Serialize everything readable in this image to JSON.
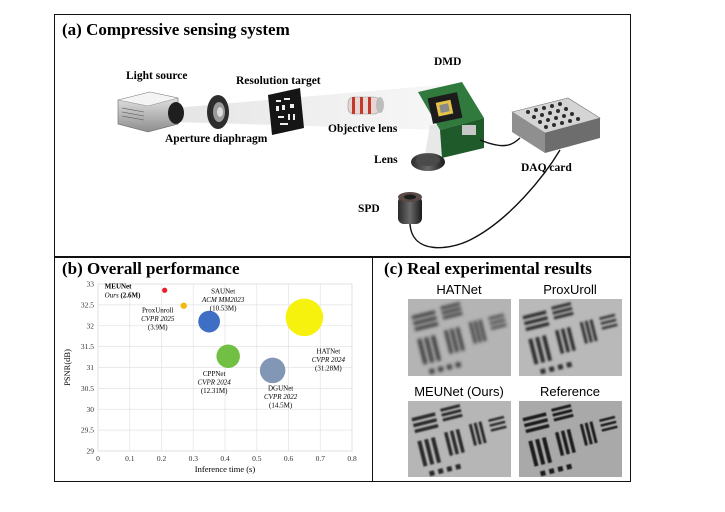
{
  "panel_a": {
    "title": "(a) Compressive sensing system",
    "labels": {
      "light_source": "Light source",
      "resolution_target": "Resolution target",
      "aperture": "Aperture diaphragm",
      "objective": "Objective lens",
      "dmd": "DMD",
      "lens": "Lens",
      "daq": "DAQ card",
      "spd": "SPD"
    }
  },
  "panel_b": {
    "title": "(b) Overall performance"
  },
  "panel_c": {
    "title": "(c) Real experimental results",
    "images": [
      "HATNet",
      "ProxUroll",
      "MEUNet (Ours)",
      "Reference"
    ]
  },
  "colors": {
    "ours": "#e8202a",
    "proxunroll": "#f2b90f",
    "saunet": "#3e6fc4",
    "cppnet": "#72c043",
    "dgunet": "#8296b6",
    "hatnet": "#f6f10d"
  },
  "chart_data": {
    "type": "scatter",
    "xlabel": "Inference time (s)",
    "ylabel": "PSNR(dB)",
    "xlim": [
      0,
      0.8
    ],
    "ylim": [
      29,
      33
    ],
    "xticks": [
      "0",
      "0.1",
      "0.2",
      "0.3",
      "0.4",
      "0.5",
      "0.6",
      "0.7",
      "0.8"
    ],
    "yticks": [
      "29",
      "29.5",
      "30",
      "30.5",
      "31",
      "31.5",
      "32",
      "32.5",
      "33"
    ],
    "grid": true,
    "points": [
      {
        "name": "MEUNet",
        "venue": "Ours",
        "params_text": "(2.6M)",
        "x": 0.21,
        "y": 32.85,
        "params": 2.6,
        "color": "#e8202a"
      },
      {
        "name": "ProxUnroll",
        "venue": "CVPR 2025",
        "params_text": "(3.9M)",
        "x": 0.27,
        "y": 32.48,
        "params": 3.9,
        "color": "#f2b90f"
      },
      {
        "name": "SAUNet",
        "venue": "ACM MM2023",
        "params_text": "(10.53M)",
        "x": 0.35,
        "y": 32.1,
        "params": 10.53,
        "color": "#3e6fc4"
      },
      {
        "name": "CPPNet",
        "venue": "CVPR 2024",
        "params_text": "(12.31M)",
        "x": 0.41,
        "y": 31.27,
        "params": 12.31,
        "color": "#72c043"
      },
      {
        "name": "DGUNet",
        "venue": "CVPR 2022",
        "params_text": "(14.5M)",
        "x": 0.55,
        "y": 30.93,
        "params": 14.5,
        "color": "#8296b6"
      },
      {
        "name": "HATNet",
        "venue": "CVPR 2024",
        "params_text": "(31.28M)",
        "x": 0.65,
        "y": 32.2,
        "params": 31.28,
        "color": "#f6f10d"
      }
    ]
  }
}
